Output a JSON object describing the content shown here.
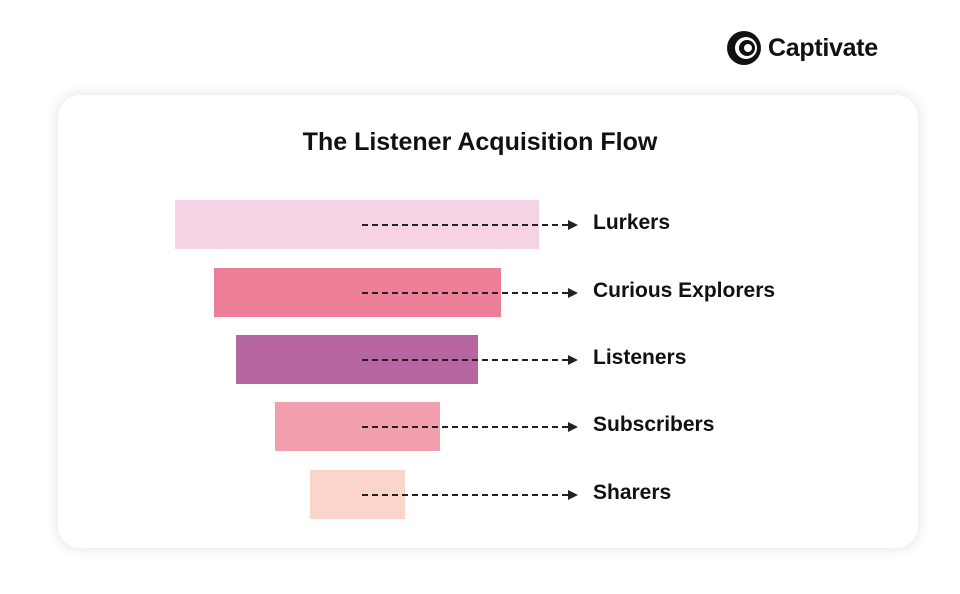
{
  "brand": {
    "name": "Captivate"
  },
  "title": "The Listener Acquisition Flow",
  "stages": [
    {
      "label": "Lurkers",
      "color": "#f5d3e5"
    },
    {
      "label": "Curious Explorers",
      "color": "#ec7f97"
    },
    {
      "label": "Listeners",
      "color": "#b866a2"
    },
    {
      "label": "Subscribers",
      "color": "#f3a0ae"
    },
    {
      "label": "Sharers",
      "color": "#fbd5cb"
    }
  ]
}
